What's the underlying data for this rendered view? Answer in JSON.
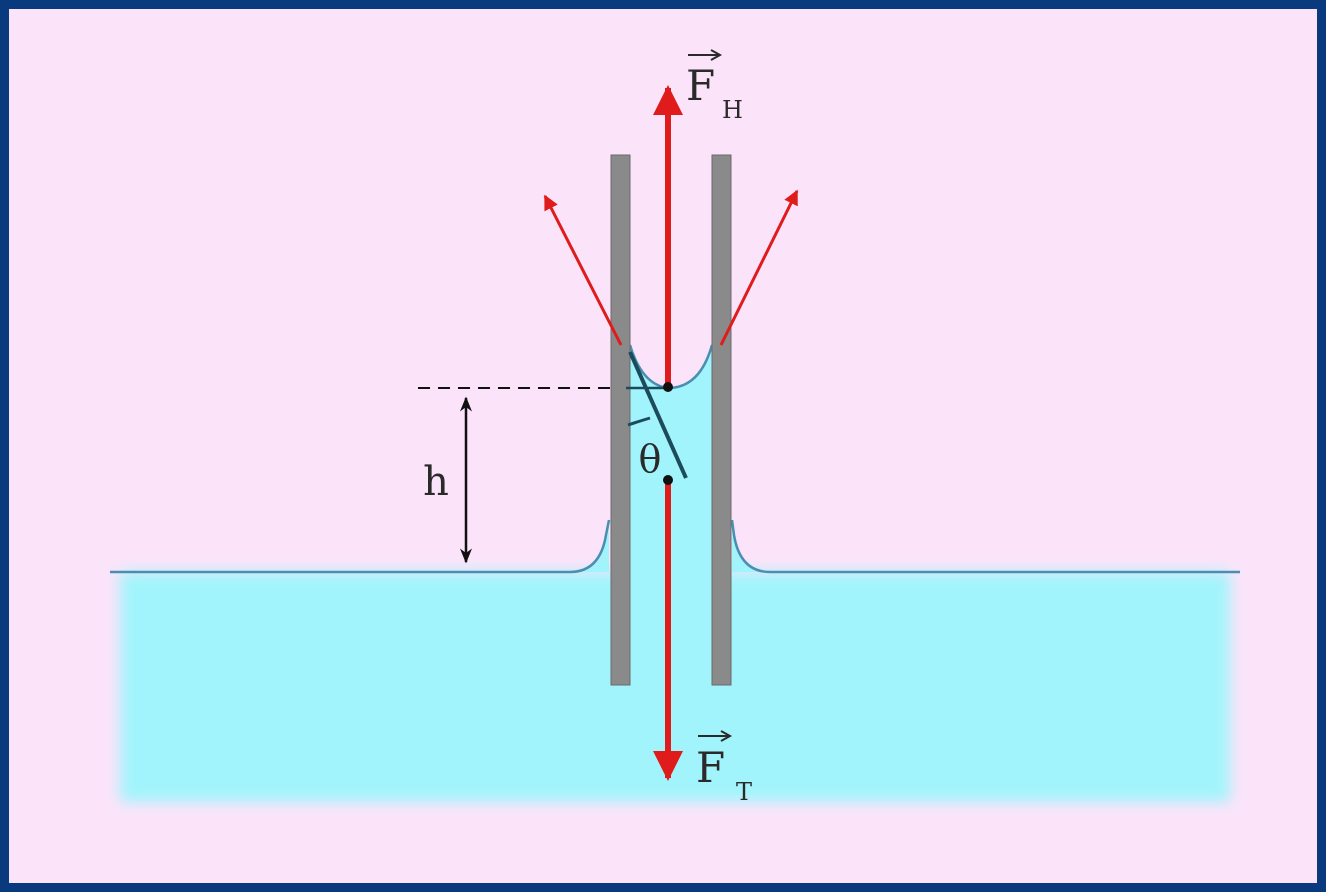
{
  "diagram": {
    "labels": {
      "force_up": "F",
      "force_up_sub": "H",
      "force_down": "F",
      "force_down_sub": "T",
      "height": "h",
      "angle": "θ"
    },
    "colors": {
      "background": "#fbe4fa",
      "border": "#0a3a7e",
      "liquid": "#a2f4fc",
      "liquid_edge": "#4a8fb0",
      "tube": "#8a8a8a",
      "force_arrow": "#e01b1b",
      "dimension": "#111111"
    }
  }
}
